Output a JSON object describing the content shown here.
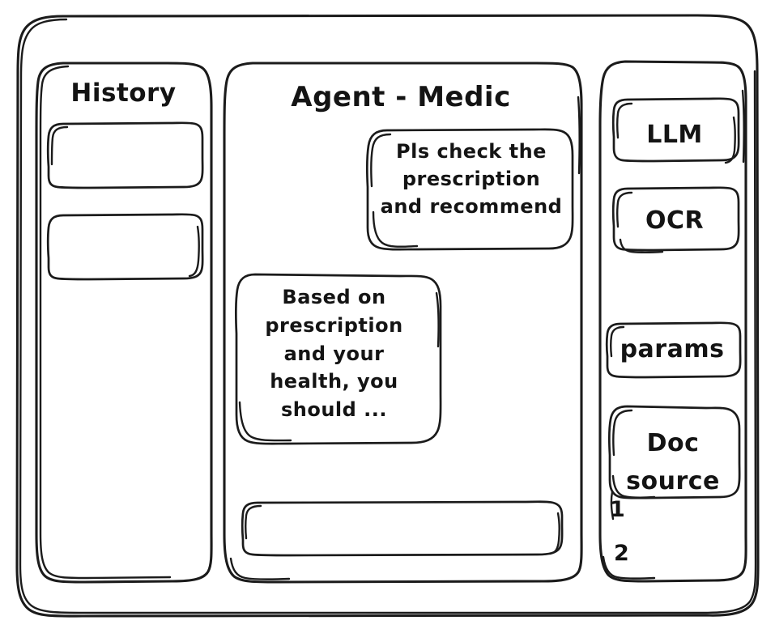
{
  "window": {
    "style": "hand-drawn-wireframe",
    "stroke_color": "#1b1b1b",
    "background_color": "#ffffff"
  },
  "sidebar": {
    "title": "History",
    "items": [
      {
        "label": "",
        "name": "history-card-1"
      },
      {
        "label": "",
        "name": "history-card-2"
      }
    ]
  },
  "main": {
    "title": "Agent - Medic",
    "messages": [
      {
        "role": "user",
        "text": "Pls check the\nprescription\nand recommend"
      },
      {
        "role": "assistant",
        "text": "Based on\nprescription\nand your\nhealth, you\nshould ..."
      }
    ],
    "composer": {
      "value": "",
      "placeholder": ""
    }
  },
  "tools": {
    "items": [
      {
        "label": "LLM",
        "name": "tool-llm"
      },
      {
        "label": "OCR",
        "name": "tool-ocr"
      },
      {
        "label": "params",
        "name": "tool-params"
      },
      {
        "label": "Doc\nsource",
        "name": "tool-doc-source"
      }
    ],
    "references": [
      {
        "label": "1"
      },
      {
        "label": "2"
      }
    ]
  }
}
